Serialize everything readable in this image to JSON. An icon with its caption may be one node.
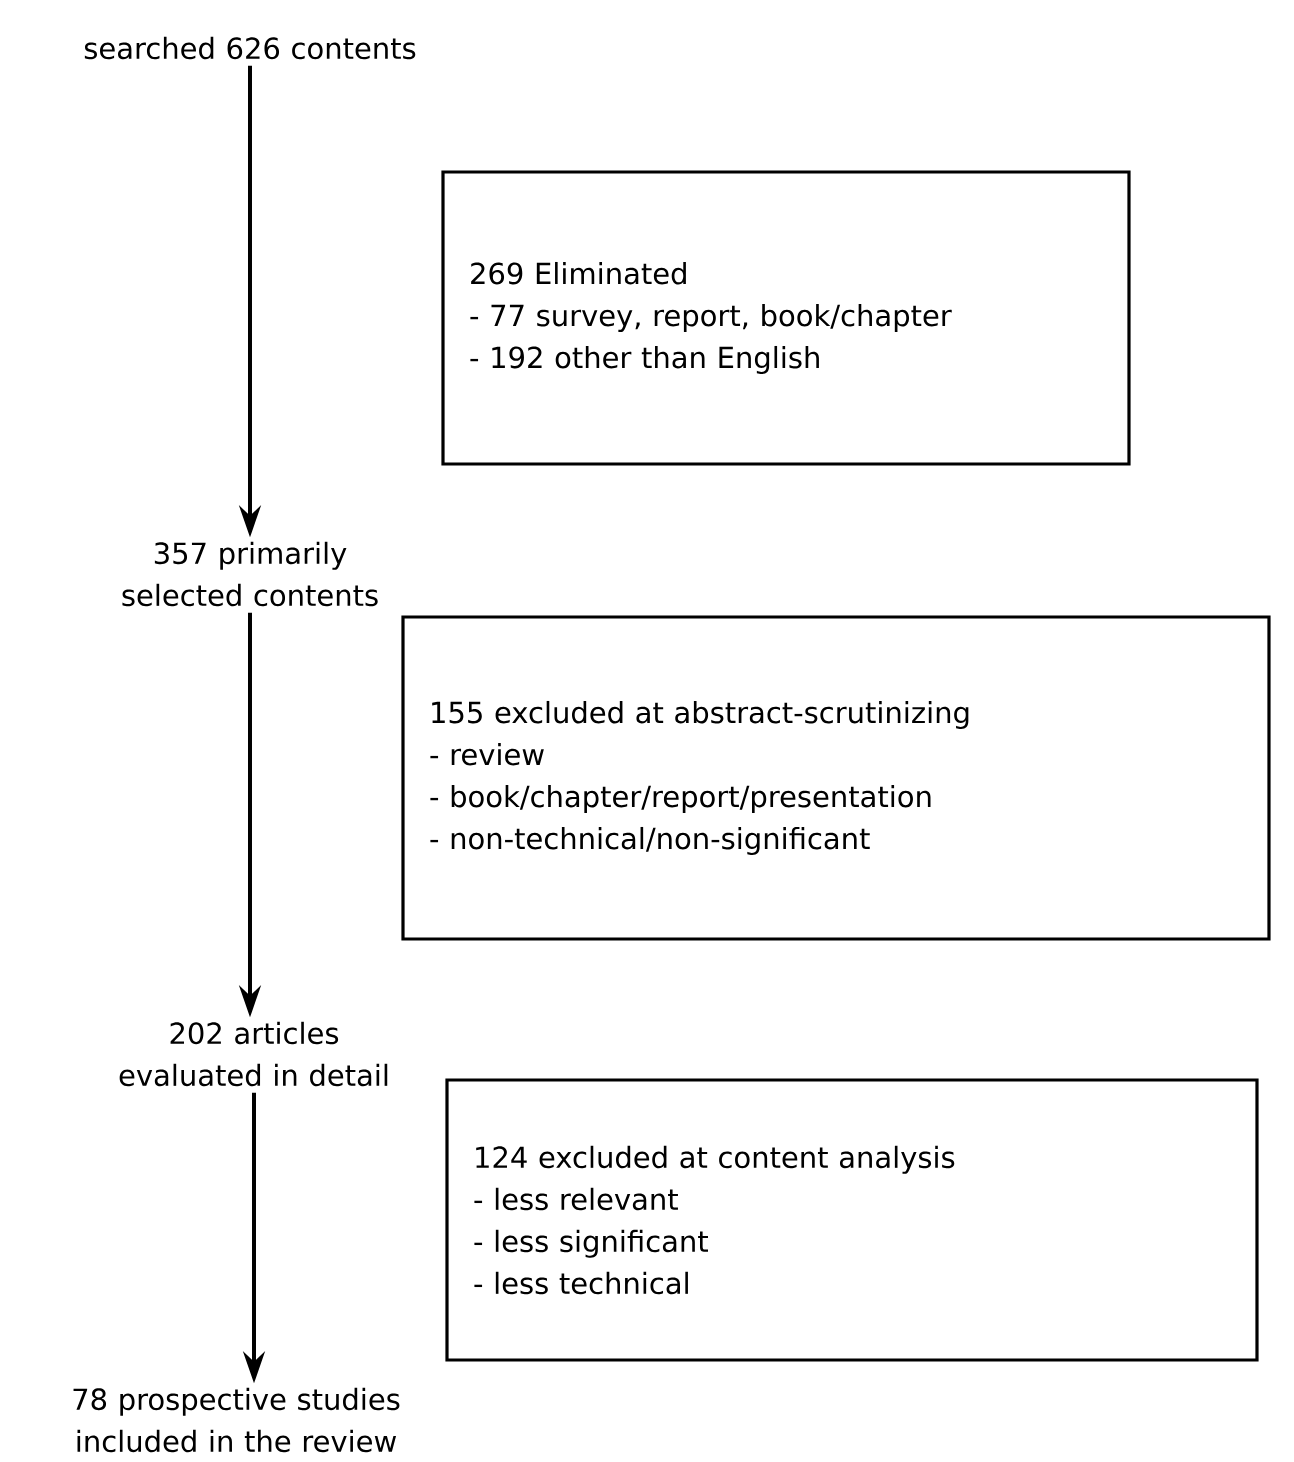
{
  "diagram": {
    "nodes": [
      {
        "text": [
          "searched 626 contents"
        ]
      },
      {
        "text": [
          "269 Eliminated",
          "- 77 survey, report, book/chapter",
          "- 192 other than English"
        ]
      },
      {
        "text": [
          "357 primarily selected contents"
        ]
      },
      {
        "text": [
          "155 excluded at abstract-scrutinizing",
          "- review",
          "- book/chapter/report/presentation",
          "- non-technical/non-significant"
        ]
      },
      {
        "text": [
          "202 articles evaluated in detail"
        ]
      },
      {
        "text": [
          "124 excluded at content analysis",
          "- less relevant",
          "- less significant",
          "- less technical"
        ]
      },
      {
        "text": [
          "78 prospective studies included in the review"
        ]
      }
    ],
    "edges": [
      {
        "from": 0,
        "to": 2,
        "arrow": "to"
      },
      {
        "from": 2,
        "to": 4,
        "arrow": "to"
      },
      {
        "from": 4,
        "to": 6,
        "arrow": "to"
      }
    ]
  }
}
